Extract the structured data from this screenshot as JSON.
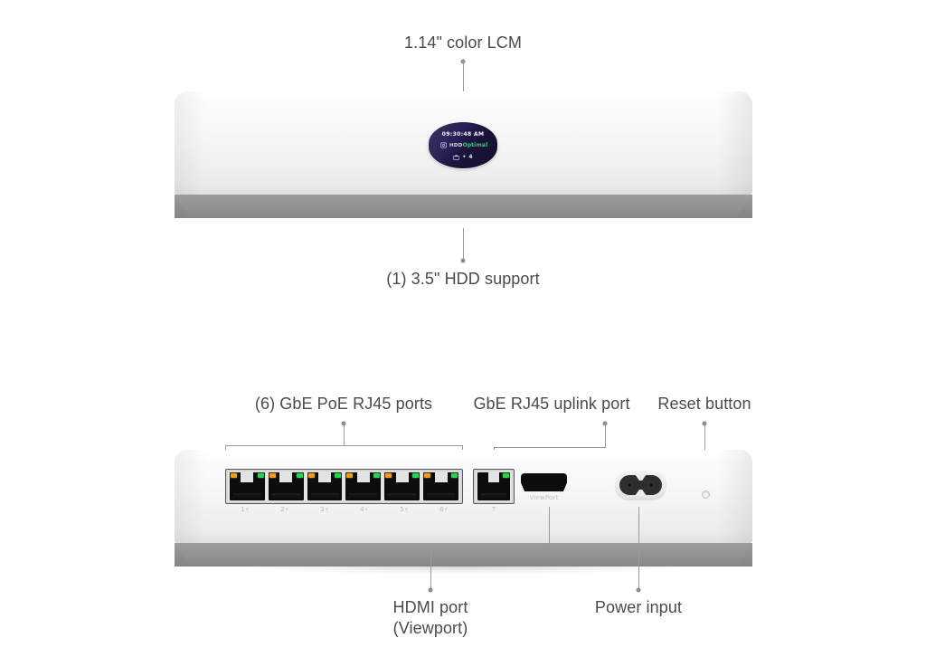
{
  "diagram": {
    "product_views": [
      "front",
      "rear"
    ]
  },
  "front": {
    "callouts": {
      "lcm": "1.14\" color LCM",
      "hdd": "(1) 3.5\" HDD support"
    },
    "lcm_screen": {
      "time": "09:30:48 AM",
      "storage_label": "HDD",
      "storage_status": "Optimal",
      "status_color": "#2fd36a",
      "camera_icon": "camera-icon",
      "camera_separator": "•",
      "camera_count": "4"
    }
  },
  "rear": {
    "callouts": {
      "poe_ports": "(6) GbE PoE RJ45 ports",
      "uplink": "GbE RJ45 uplink port",
      "reset": "Reset button",
      "hdmi": "HDMI port\n(Viewport)",
      "power": "Power input"
    },
    "poe_ports": [
      {
        "number": "1",
        "poe": true,
        "led_amber": "#f39b1d",
        "led_green": "#27d352"
      },
      {
        "number": "2",
        "poe": true,
        "led_amber": "#f39b1d",
        "led_green": "#27d352"
      },
      {
        "number": "3",
        "poe": true,
        "led_amber": "#f39b1d",
        "led_green": "#27d352"
      },
      {
        "number": "4",
        "poe": true,
        "led_amber": "#f39b1d",
        "led_green": "#27d352"
      },
      {
        "number": "5",
        "poe": true,
        "led_amber": "#f39b1d",
        "led_green": "#27d352"
      },
      {
        "number": "6",
        "poe": true,
        "led_amber": "#f39b1d",
        "led_green": "#27d352"
      }
    ],
    "poe_bolt_glyph": "⚡",
    "uplink_port": {
      "number": "7",
      "led_green": "#27d352"
    },
    "hdmi_port": {
      "label": "ViewPort"
    },
    "power_port": {
      "type": "IEC C8"
    },
    "reset_button": {
      "type": "pinhole"
    }
  },
  "theme": {
    "text_color": "#4a4a4a",
    "leader_color": "#9a9a9a",
    "body_white": "#f7f7f7",
    "base_gray": "#909090",
    "screen_purple": "#221850"
  }
}
